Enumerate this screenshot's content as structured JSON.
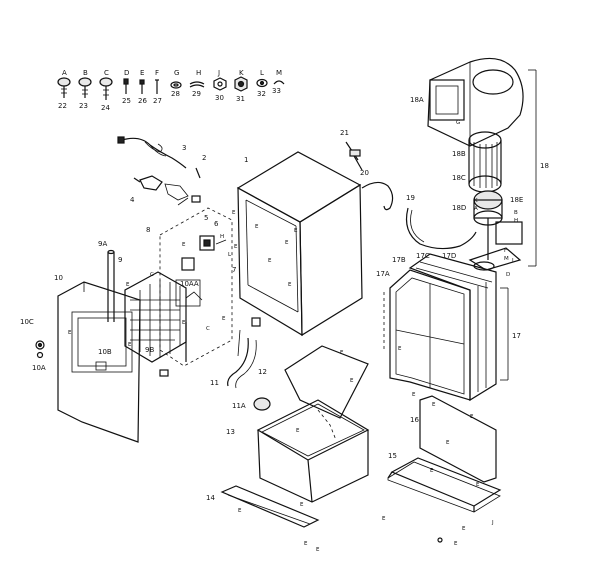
{
  "fastener_letters": [
    "A",
    "B",
    "C",
    "D",
    "E",
    "F",
    "G",
    "H",
    "J",
    "K",
    "L",
    "M"
  ],
  "fastener_numbers": [
    "22",
    "23",
    "24",
    "25",
    "26",
    "27",
    "28",
    "29",
    "30",
    "31",
    "32",
    "33"
  ],
  "part_labels": {
    "p1": "1",
    "p2": "2",
    "p3": "3",
    "p4": "4",
    "p5": "5",
    "p6": "6",
    "p7": "7",
    "p8": "8",
    "p9": "9",
    "p9a": "9A",
    "p9b": "9B",
    "p10": "10",
    "p10a": "10A",
    "p10aa": "10AA",
    "p10b": "10B",
    "p10c": "10C",
    "p11": "11",
    "p11a": "11A",
    "p12": "12",
    "p13": "13",
    "p14": "14",
    "p15": "15",
    "p16": "16",
    "p17": "17",
    "p17a": "17A",
    "p17b": "17B",
    "p17c": "17C",
    "p17d": "17D",
    "p18": "18",
    "p18a": "18A",
    "p18b": "18B",
    "p18c": "18C",
    "p18d": "18D",
    "p18e": "18E",
    "p19": "19",
    "p20": "20",
    "p21": "21"
  },
  "letter_labels": {
    "e": "E",
    "f": "F",
    "g": "G",
    "h": "H",
    "k": "K",
    "m": "M",
    "a": "A",
    "b": "B",
    "c": "C",
    "d": "D",
    "l": "L",
    "j": "J"
  }
}
